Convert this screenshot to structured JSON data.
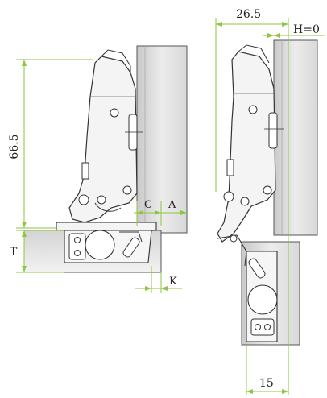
{
  "labels": {
    "height_dim": "66.5",
    "thickness": "T",
    "gap_c": "C",
    "gap_a": "A",
    "gap_k": "K",
    "width_dim": "26.5",
    "h_offset": "H=0",
    "bottom_dim": "15"
  },
  "colors": {
    "dimension_line": "#8dc63f",
    "outline": "#333333",
    "panel_fill": "#e6e6e6",
    "panel_shadow": "#bdbdbd"
  }
}
